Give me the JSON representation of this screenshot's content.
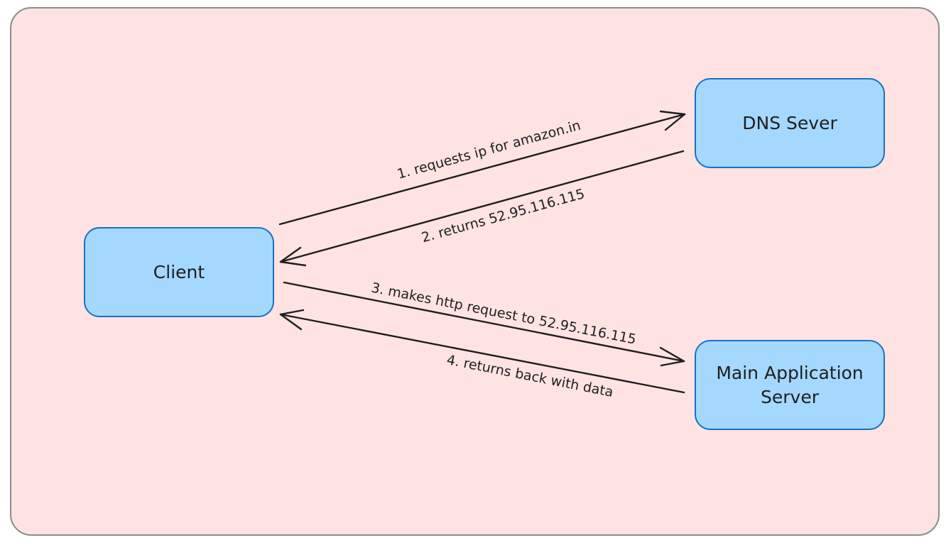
{
  "nodes": {
    "client": "Client",
    "dns_server": "DNS Sever",
    "app_server": "Main Application Server"
  },
  "edges": {
    "step1": "1. requests ip for amazon.in",
    "step2": "2. returns 52.95.116.115",
    "step3": "3. makes http request to 52.95.116.115",
    "step4": "4. returns back with data"
  },
  "colors": {
    "background": "#ffe3e3",
    "frame_border": "#8c8c8c",
    "node_fill": "#a5d8ff",
    "node_border": "#1971c2",
    "stroke": "#1e1e1e"
  }
}
